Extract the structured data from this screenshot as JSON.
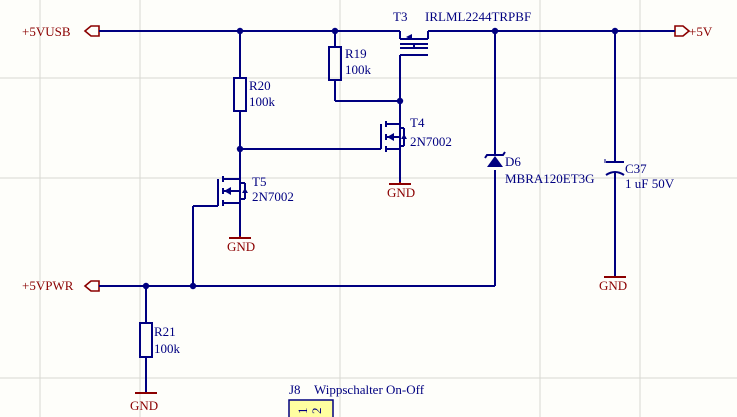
{
  "nets": {
    "usb": "+5VUSB",
    "out": "+5V",
    "pwr": "+5VPWR"
  },
  "ground_label": "GND",
  "components": {
    "T3": {
      "ref": "T3",
      "value": "IRLML2244TRPBF"
    },
    "R19": {
      "ref": "R19",
      "value": "100k"
    },
    "R20": {
      "ref": "R20",
      "value": "100k"
    },
    "T4": {
      "ref": "T4",
      "value": "2N7002"
    },
    "T5": {
      "ref": "T5",
      "value": "2N7002"
    },
    "D6": {
      "ref": "D6",
      "value": "MBRA120ET3G"
    },
    "C37": {
      "ref": "C37",
      "value": "1 uF 50V"
    },
    "R21": {
      "ref": "R21",
      "value": "100k"
    },
    "J8": {
      "ref": "J8",
      "value": "Wippschalter On-Off",
      "pins": [
        "1",
        "2"
      ]
    }
  },
  "colors": {
    "wire": "#000080",
    "power_port": "#8b0000",
    "background": "#fefefa",
    "connector_fill": "#ffffa0"
  }
}
